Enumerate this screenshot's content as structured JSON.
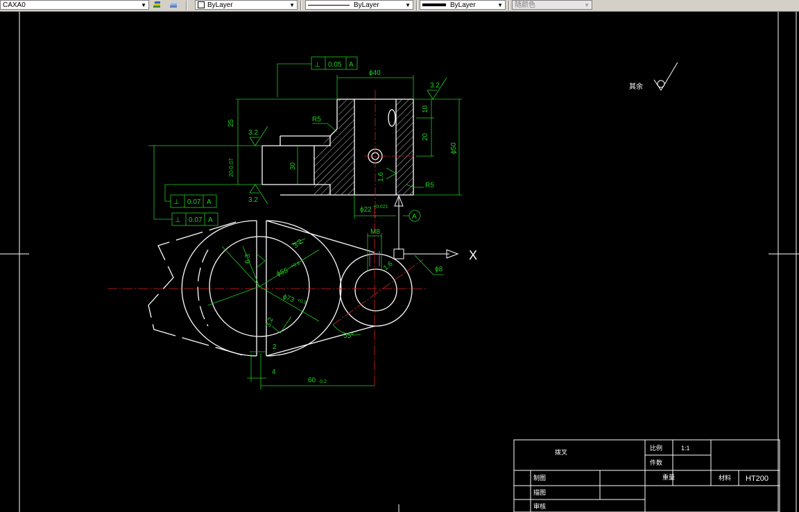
{
  "toolbar": {
    "layer_value": "CAXA0",
    "color_value": "ByLayer",
    "linetype_value": "ByLayer",
    "lineweight_value": "ByLayer",
    "plotstyle_value": "随颜色"
  },
  "drawing": {
    "tol_top": {
      "symbol": "⊥",
      "value": "0.05",
      "datum": "A"
    },
    "tol_mid": {
      "symbol": "⊥",
      "value": "0.07",
      "datum": "A"
    },
    "tol_low": {
      "symbol": "⊥",
      "value": "0.07",
      "datum": "A"
    },
    "dim_d40": "ϕ40",
    "dim_25": "25",
    "dim_10": "10",
    "dim_20": "20",
    "dim_d50": "ϕ50",
    "dim_30": "30",
    "dim_20tol": "20-0.07",
    "dim_r5a": "R5",
    "dim_r5b": "R5",
    "rough_32a": "3.2",
    "rough_32b": "3.2",
    "rough_32c": "3.2",
    "rough_32d": "3.2",
    "rough_63": "6.3",
    "rough_16a": "1.6",
    "rough_16b": "1.6",
    "dim_d22": "ϕ22",
    "dim_d22tol": "+0.021",
    "datum_a": "A",
    "dim_m8": "M8",
    "dim_d8": "ϕ8",
    "axis_x": "X",
    "dim_d55": "ϕ55",
    "dim_d55tol": "+0.5",
    "dim_d73": "ϕ73",
    "dim_d73tol": "+0.5",
    "dim_55deg": "55°",
    "dim_2": "2",
    "dim_4": "4",
    "dim_60": "60",
    "dim_60tol": "-0.2",
    "rest_note": "其余",
    "title_block": {
      "part_name": "拨叉",
      "scale_label": "比例",
      "scale_value": "1:1",
      "qty_label": "件数",
      "drawn_label": "制图",
      "weight_label": "重量",
      "material_label": "材料",
      "material_value": "HT200",
      "design_label": "描图",
      "check_label": "审核"
    }
  }
}
